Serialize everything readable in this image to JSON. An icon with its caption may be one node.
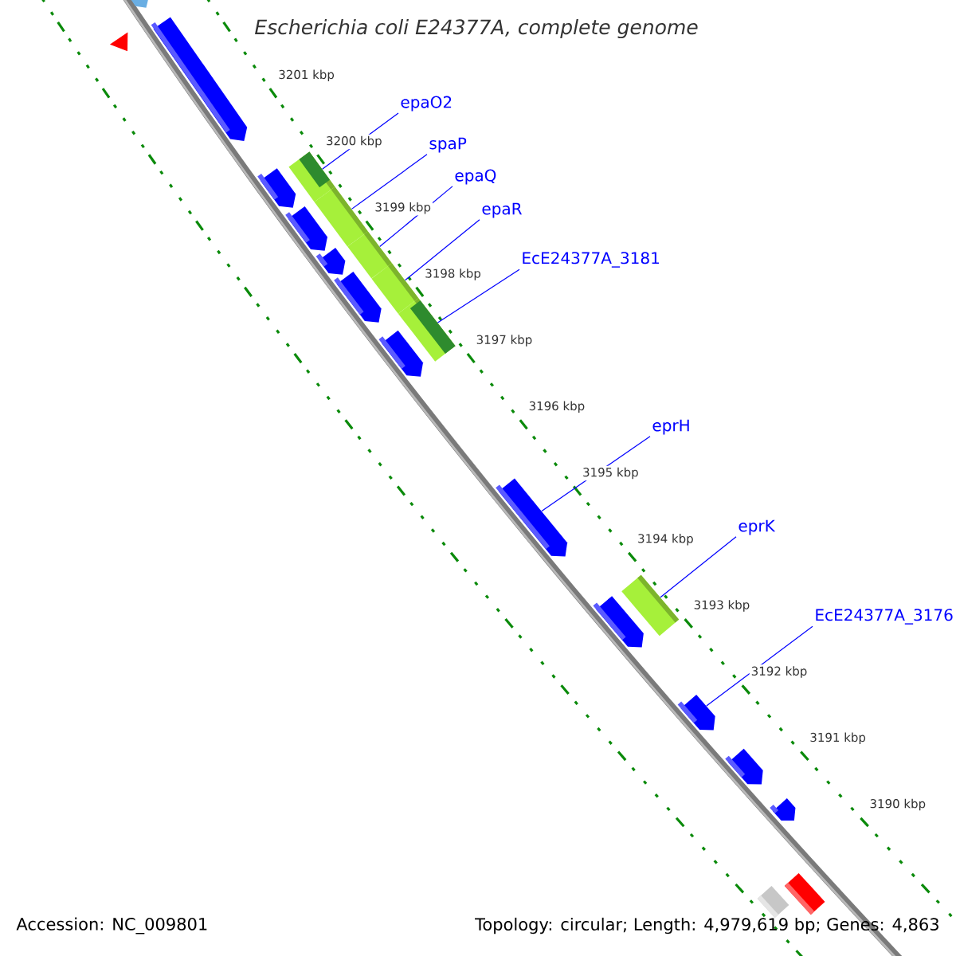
{
  "diagram": {
    "title": "Escherichia coli E24377A, complete genome",
    "nodes": [
      {
        "text": [
          "epaO2"
        ]
      },
      {
        "text": [
          "spaP"
        ]
      },
      {
        "text": [
          "epaQ"
        ]
      },
      {
        "text": [
          "epaR"
        ]
      },
      {
        "text": [
          "EcE24377A_3181"
        ]
      },
      {
        "text": [
          "eprH"
        ]
      },
      {
        "text": [
          "eprK"
        ]
      },
      {
        "text": [
          "EcE24377A_3176"
        ]
      },
      {
        "text": [],
        "shape": "arrow"
      },
      {
        "text": [],
        "shape": "triangle"
      },
      {
        "text": [],
        "shape": "arrow"
      },
      {
        "text": [],
        "shape": "bar"
      },
      {
        "text": [],
        "shape": "arrow"
      },
      {
        "text": [],
        "shape": "bar"
      },
      {
        "text": [],
        "shape": "arrow"
      },
      {
        "text": [],
        "shape": "bar"
      },
      {
        "text": [],
        "shape": "arrow"
      },
      {
        "text": [],
        "shape": "bar"
      },
      {
        "text": [],
        "shape": "arrow"
      },
      {
        "text": [],
        "shape": "bar"
      },
      {
        "text": [],
        "shape": "arrow"
      },
      {
        "text": [],
        "shape": "arrow"
      },
      {
        "text": [],
        "shape": "bar"
      },
      {
        "text": [],
        "shape": "arrow"
      },
      {
        "text": [],
        "shape": "arrow"
      },
      {
        "text": [],
        "shape": "arrow"
      },
      {
        "text": [],
        "shape": "arrow"
      },
      {
        "text": [],
        "shape": "bar"
      },
      {
        "text": [],
        "shape": "bar"
      }
    ],
    "edges": [
      {
        "from": 0,
        "to": 11,
        "arrow": "none"
      },
      {
        "from": 1,
        "to": 13,
        "arrow": "none"
      },
      {
        "from": 2,
        "to": 15,
        "arrow": "none"
      },
      {
        "from": 3,
        "to": 17,
        "arrow": "none"
      },
      {
        "from": 4,
        "to": 19,
        "arrow": "none"
      },
      {
        "from": 5,
        "to": 21,
        "arrow": "none"
      },
      {
        "from": 6,
        "to": 22,
        "arrow": "none"
      },
      {
        "from": 7,
        "to": 24,
        "arrow": "none"
      }
    ],
    "labels": [
      "3201 kbp",
      "3200 kbp",
      "3199 kbp",
      "3198 kbp",
      "3197 kbp",
      "3196 kbp",
      "3195 kbp",
      "3194 kbp",
      "3193 kbp",
      "3192 kbp",
      "3191 kbp",
      "3190 kbp",
      "Accession: NC_009801",
      "Topology: circular; Length: 4,979,619 bp; Genes: 4,863"
    ]
  }
}
